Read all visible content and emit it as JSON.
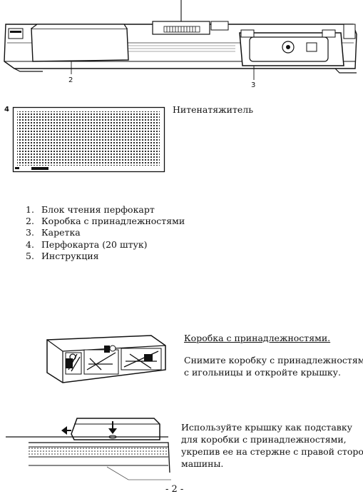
{
  "callouts": {
    "c2": "2",
    "c3": "3",
    "c4": "4"
  },
  "tensioner_label": "Нитенатяжитель",
  "items": [
    {
      "num": "1.",
      "text": "Блок чтения перфокарт"
    },
    {
      "num": "2.",
      "text": "Коробка с принадлежностями"
    },
    {
      "num": "3.",
      "text": "Каретка"
    },
    {
      "num": "4.",
      "text": "Перфокарта (20 штук)"
    },
    {
      "num": "5.",
      "text": "Инструкция"
    }
  ],
  "accessory_box": {
    "heading": "Коробка с принадлежностями.",
    "para1_line1": "Снимите коробку с принадлежностями",
    "para1_line2": "с игольницы и откройте крышку.",
    "para2_line1": "Используйте крышку как подставку",
    "para2_line2": "для коробки с принадлежностями,",
    "para2_line3": "укрепив ее на стержне с правой стороны",
    "para2_line4": "машины."
  },
  "page_number": "- 2 -"
}
